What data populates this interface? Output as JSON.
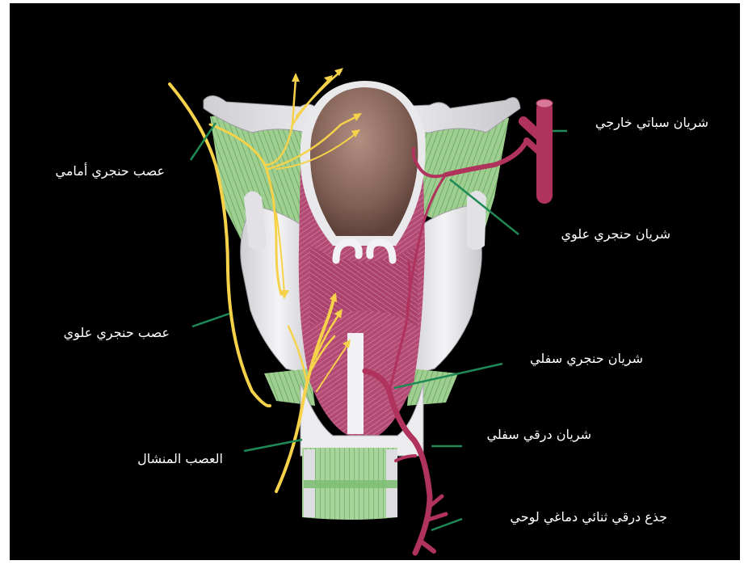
{
  "colors": {
    "background": "#000000",
    "nerve": "#f6d24a",
    "artery": "#b0335e",
    "muscle_green": "#a9d39a",
    "leader_line": "#1f8a55",
    "cartilage": "#e8e8ea",
    "epiglottis": "#8f6a5e"
  },
  "labels": {
    "external_carotid_artery": "شريان سباتي خارجي",
    "anterior_laryngeal_nerve": "عصب حنجري أمامي",
    "superior_laryngeal_artery": "شريان حنجري علوي",
    "superior_laryngeal_nerve": "عصب حنجري علوي",
    "inferior_laryngeal_artery": "شريان حنجري سفلي",
    "recurrent_nerve": "العصب المنشال",
    "inferior_thyroid_artery": "شريان درقي سفلي",
    "thyrocervical_trunk": "جذع درقي ثنائي دماغي لوحي"
  }
}
